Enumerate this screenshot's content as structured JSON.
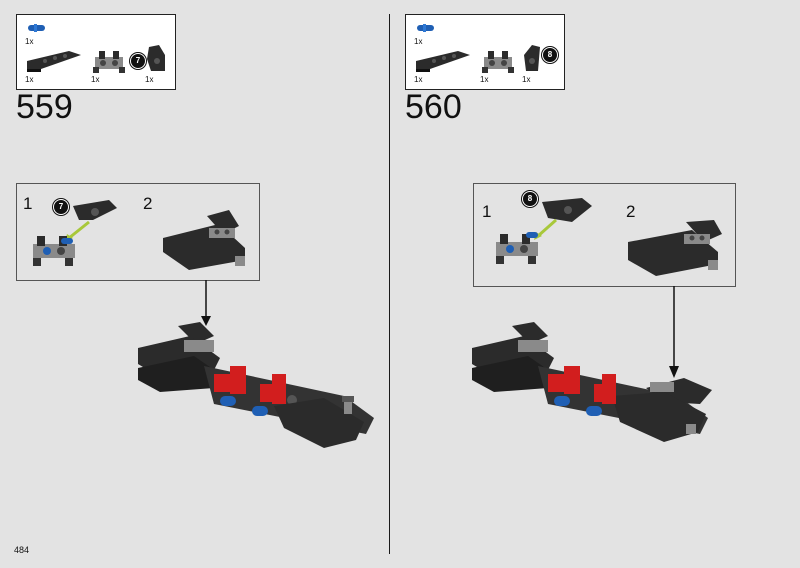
{
  "page": {
    "number": "484"
  },
  "steps": [
    {
      "number": "559",
      "parts": [
        {
          "qty": "1x",
          "icon": "blue-pin"
        },
        {
          "qty": "1x",
          "icon": "black-panel"
        },
        {
          "qty": "1x",
          "icon": "gray-connector"
        },
        {
          "qty": "1x",
          "icon": "black-bracket-subassembly",
          "badge": "7"
        }
      ],
      "callout": {
        "sub1": "1",
        "sub2": "2",
        "badge": "7"
      }
    },
    {
      "number": "560",
      "parts": [
        {
          "qty": "1x",
          "icon": "blue-pin"
        },
        {
          "qty": "1x",
          "icon": "black-panel"
        },
        {
          "qty": "1x",
          "icon": "gray-connector"
        },
        {
          "qty": "1x",
          "icon": "black-bracket-subassembly",
          "badge": "8"
        }
      ],
      "callout": {
        "sub1": "1",
        "sub2": "2",
        "badge": "8"
      }
    }
  ],
  "colors": {
    "background": "#e3e3e3",
    "brick_black": "#2b2b2b",
    "brick_gray": "#8a8a8a",
    "brick_red": "#d21e1e",
    "brick_blue": "#1f5fb4",
    "arrow_green": "#a8c83a"
  }
}
